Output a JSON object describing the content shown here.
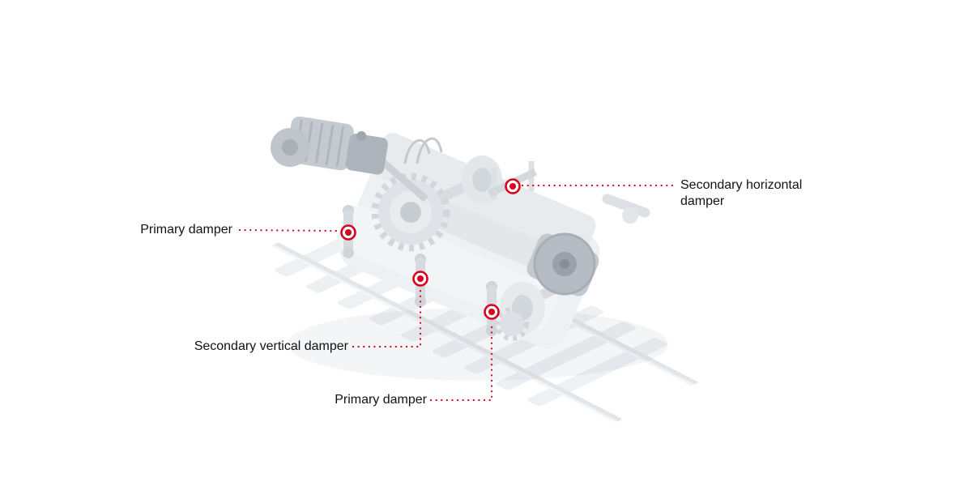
{
  "diagram": {
    "accent_color": "#d6001c",
    "callouts": [
      {
        "id": "secondary-horizontal-damper",
        "label": "Secondary horizontal damper"
      },
      {
        "id": "primary-damper-left",
        "label": "Primary damper"
      },
      {
        "id": "secondary-vertical-damper",
        "label": "Secondary vertical damper"
      },
      {
        "id": "primary-damper-bottom",
        "label": "Primary damper"
      }
    ]
  }
}
